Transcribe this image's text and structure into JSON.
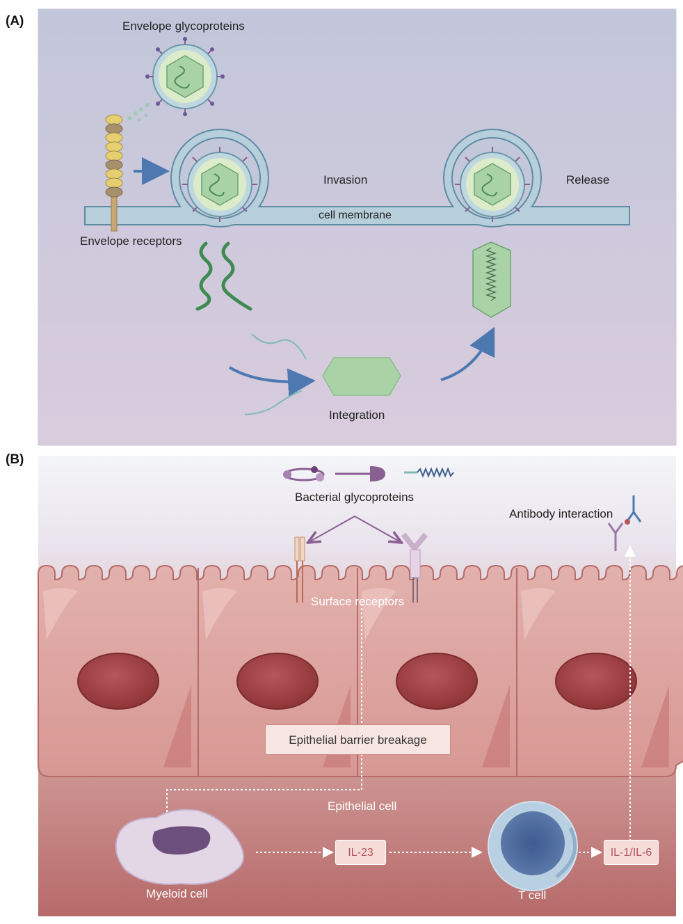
{
  "panelA": {
    "label": "(A)",
    "envelope_glycoproteins": "Envelope glycoproteins",
    "invasion": "Invasion",
    "release": "Release",
    "cell_membrane": "cell membrane",
    "envelope_receptors": "Envelope receptors",
    "integration": "Integration"
  },
  "panelB": {
    "label": "(B)",
    "bacterial_glycoproteins": "Bacterial glycoproteins",
    "antibody_interaction": "Antibody interaction",
    "surface_receptors": "Surface receptors",
    "epithelial_barrier_breakage": "Epithelial barrier breakage",
    "epithelial_cell": "Epithelial cell",
    "il23": "IL-23",
    "il1_il6": "IL-1/IL-6",
    "myeloid_cell": "Myeloid cell",
    "t_cell": "T cell"
  },
  "colors": {
    "panelA_top": "#c3c7db",
    "panelA_bottom": "#d8cbdc",
    "membrane": "#b5cdd9",
    "virus_capsid": "#a9d2a6",
    "epithelium": "#d99a98",
    "nucleus": "#a8474a",
    "arrow_blue": "#4d78b0"
  }
}
